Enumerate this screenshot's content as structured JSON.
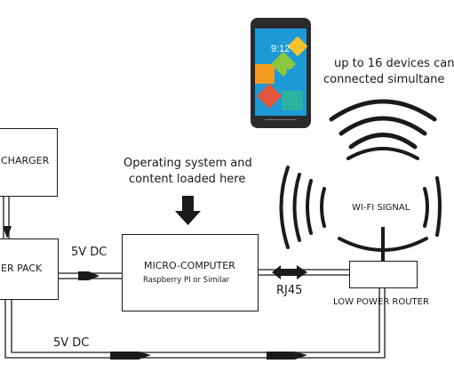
{
  "diagram": {
    "charger": {
      "label": "CHARGER"
    },
    "power_pack": {
      "label": "ER PACK"
    },
    "micro_computer": {
      "title": "MICRO-COMPUTER",
      "subtitle": "Raspberry PI or Similar"
    },
    "router": {
      "label": "LOW POWER  ROUTER"
    },
    "wifi": {
      "label": "WI-FI SIGNAL"
    },
    "os_note": {
      "line1": "Operating system and",
      "line2": "content loaded here"
    },
    "devices_note": {
      "line1": "up to 16 devices can",
      "line2": "connected simultane"
    },
    "labels": {
      "dc_top": "5V DC",
      "dc_bottom": "5V DC",
      "rj45": "RJ45"
    },
    "phone": {
      "clock": "9:12",
      "screen_colors": [
        "#f29b1f",
        "#8cc63f",
        "#1c9ad6",
        "#e2583e",
        "#2bb3a0",
        "#f6c32e"
      ]
    }
  }
}
